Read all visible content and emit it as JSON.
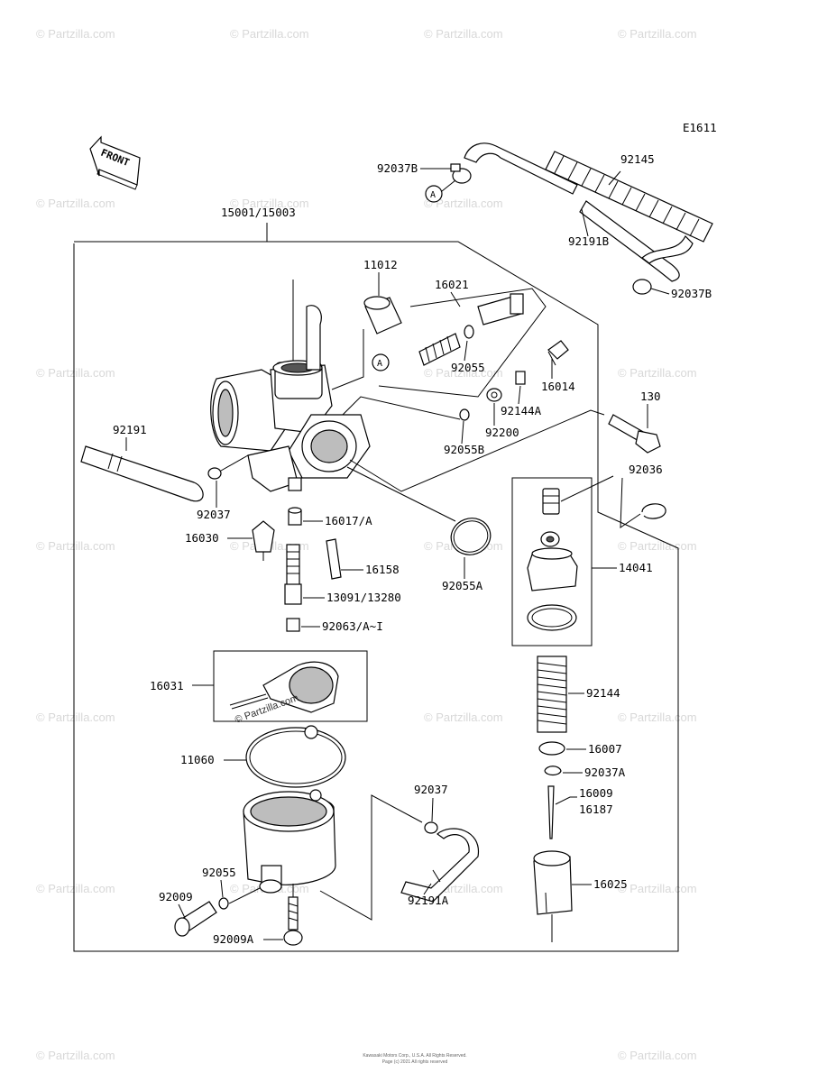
{
  "diagram_code": "E1611",
  "front_label": "FRONT",
  "watermark_text": "© Partzilla.com",
  "callout_letter": "A",
  "parts": {
    "p92037B_top": "92037B",
    "p92145": "92145",
    "p92191B": "92191B",
    "p92037B_bottom": "92037B",
    "p15001": "15001/15003",
    "p11012": "11012",
    "p16021": "16021",
    "p92055_top": "92055",
    "p16014": "16014",
    "p92144A": "92144A",
    "p92200": "92200",
    "p92055B": "92055B",
    "p130": "130",
    "p92036": "92036",
    "p92191_left": "92191",
    "p92037_left": "92037",
    "p16017": "16017/A",
    "p16030": "16030",
    "p16158": "16158",
    "p13091": "13091/13280",
    "p92063": "92063/A~I",
    "p92055A": "92055A",
    "p14041": "14041",
    "p16031": "16031",
    "p92144": "92144",
    "p11060": "11060",
    "p16007": "16007",
    "p92037A": "92037A",
    "p16009": "16009",
    "p16187": "16187",
    "p92037_bottom": "92037",
    "p92191A": "92191A",
    "p16025": "16025",
    "p92055_bottom": "92055",
    "p92009": "92009",
    "p92009A": "92009A"
  },
  "footer_line1": "Kawasaki Motors Corp., U.S.A. All Rights Reserved.",
  "footer_line2": "Page (c) 2021 All rights reserved"
}
